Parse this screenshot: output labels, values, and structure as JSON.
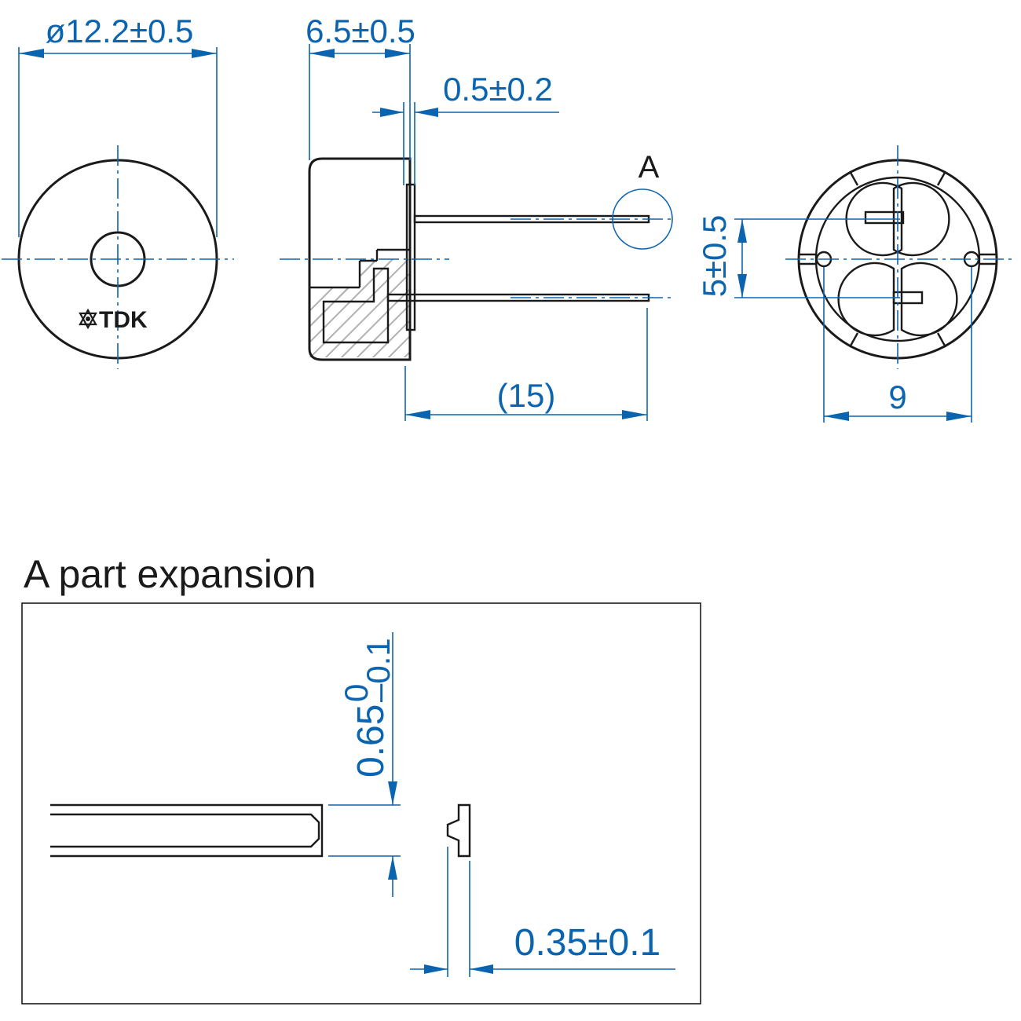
{
  "dimensions": {
    "diameter": "ø12.2±0.5",
    "height": "6.5±0.5",
    "flange": "0.5±0.2",
    "pin_pitch": "5±0.5",
    "lead_length": "(15)",
    "pin_span": "9",
    "lead_width_main": "0.65",
    "lead_width_sup": "0",
    "lead_width_sub": "–0.1",
    "lead_thickness": "0.35±0.1"
  },
  "labels": {
    "detail_marker": "A",
    "logo": "TDK",
    "section_title": "A part expansion"
  },
  "colors": {
    "dimension": "#0b64b0",
    "outline": "#1a1a1a",
    "hatch": "#b0b0b0"
  }
}
